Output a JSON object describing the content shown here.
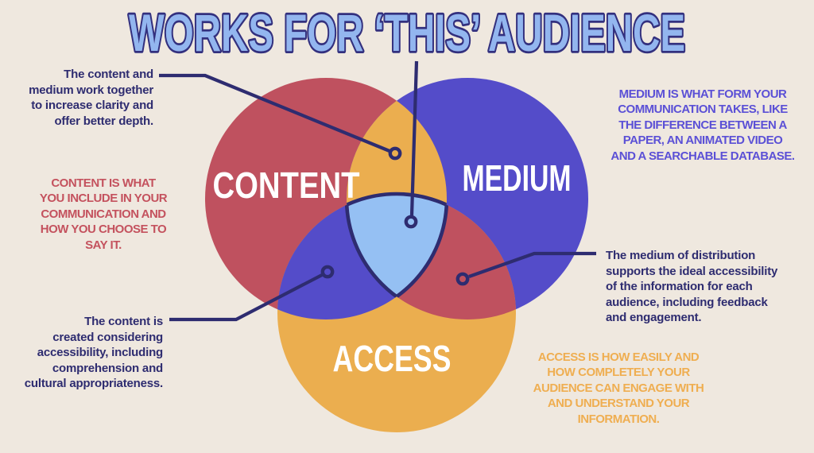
{
  "title": "WORKS FOR ‘THIS’ AUDIENCE",
  "colors": {
    "background": "#EFE8DF",
    "navy": "#2E2C70",
    "title_fill": "#93B6EF",
    "title_stroke": "#33307E",
    "content": "#BF515F",
    "medium": "#544CC9",
    "access": "#EBAE4F",
    "center": "#95C0F3",
    "label_text": "#FFFFFF",
    "text_red": "#C4525E",
    "text_blue": "#5B50D6",
    "text_orange": "#EFAE51"
  },
  "venn": {
    "circles": [
      {
        "key": "content",
        "label": "CONTENT",
        "definition_lines": [
          "CONTENT IS WHAT",
          "YOU INCLUDE IN YOUR",
          "COMMUNICATION AND",
          "HOW YOU CHOOSE TO",
          "SAY IT."
        ]
      },
      {
        "key": "medium",
        "label": "MEDIUM",
        "definition_lines": [
          "MEDIUM IS WHAT FORM YOUR",
          "COMMUNICATION TAKES, LIKE",
          "THE DIFFERENCE BETWEEN A",
          "PAPER, AN ANIMATED VIDEO",
          "AND A SEARCHABLE DATABASE."
        ]
      },
      {
        "key": "access",
        "label": "ACCESS",
        "definition_lines": [
          "ACCESS IS HOW EASILY AND",
          "HOW COMPLETELY YOUR",
          "AUDIENCE CAN ENGAGE WITH",
          "AND UNDERSTAND YOUR",
          "INFORMATION."
        ]
      }
    ],
    "overlap_notes": {
      "content_medium": {
        "lines": [
          "The content and",
          "medium work together",
          "to increase clarity and",
          "offer better depth."
        ]
      },
      "content_access": {
        "lines": [
          "The content is",
          "created considering",
          "accessibility, including",
          "comprehension and",
          "cultural appropriateness."
        ]
      },
      "medium_access": {
        "lines": [
          "The medium of distribution",
          "supports the ideal accessibility",
          "of the information for each",
          "audience, including feedback",
          "and engagement."
        ]
      }
    }
  }
}
